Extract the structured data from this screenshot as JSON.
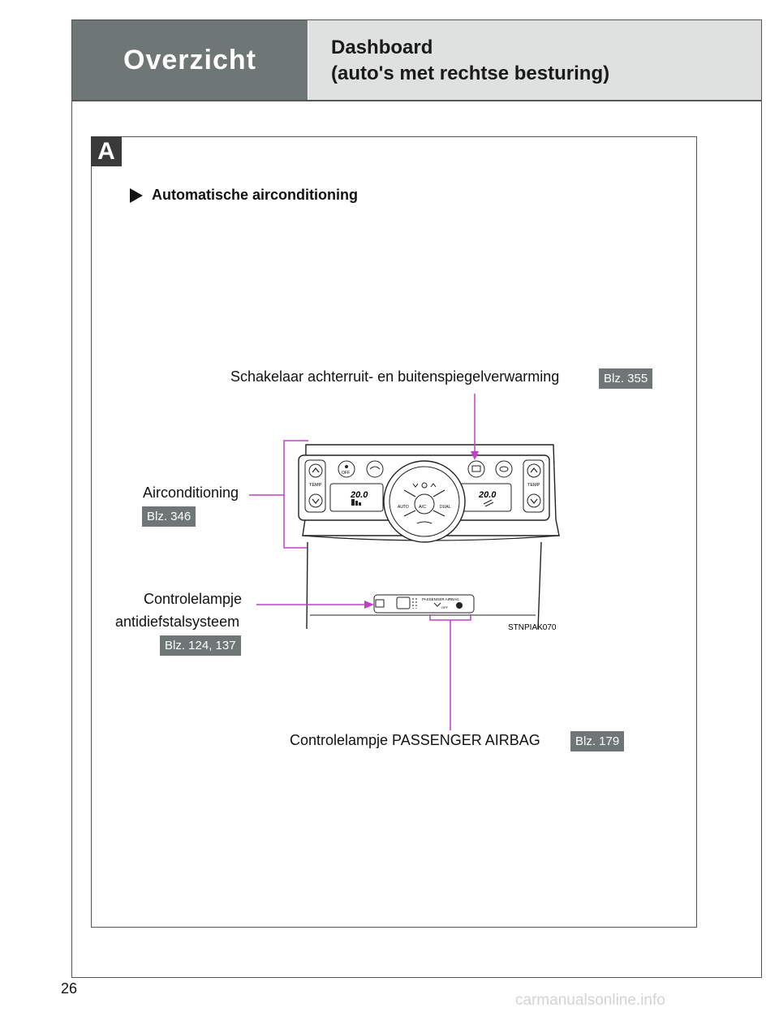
{
  "header": {
    "section": "Overzicht",
    "title_line1": "Dashboard",
    "title_line2": "(auto's met rechtse besturing)"
  },
  "section_badge": "A",
  "subheading": "Automatische airconditioning",
  "callouts": {
    "rear_defogger": {
      "label": "Schakelaar achterruit- en buitenspiegelverwarming",
      "page": "Blz. 355"
    },
    "air_conditioning": {
      "label": "Airconditioning",
      "page": "Blz. 346"
    },
    "theft_indicator": {
      "label_line1": "Controlelampje",
      "label_line2": "antidiefstalsysteem",
      "page": "Blz. 124, 137"
    },
    "passenger_airbag": {
      "label": "Controlelampje PASSENGER AIRBAG",
      "page": "Blz. 179"
    }
  },
  "panel": {
    "temp_left_label": "TEMP",
    "temp_right_label": "TEMP",
    "off_label": "OFF",
    "display_left": "20.0",
    "display_right": "20.0",
    "auto_label": "AUTO",
    "ac_label": "A/C",
    "dual_label": "DUAL",
    "airbag_panel_label": "PASSENGER  AIRBAG",
    "airbag_off_label": "OFF",
    "image_code": "STNPIAK070"
  },
  "colors": {
    "header_dark": "#6e7775",
    "header_light": "#dfe1e0",
    "callout_line": "#c040c8"
  },
  "page_number": "26",
  "watermark": "carmanualsonline.info"
}
